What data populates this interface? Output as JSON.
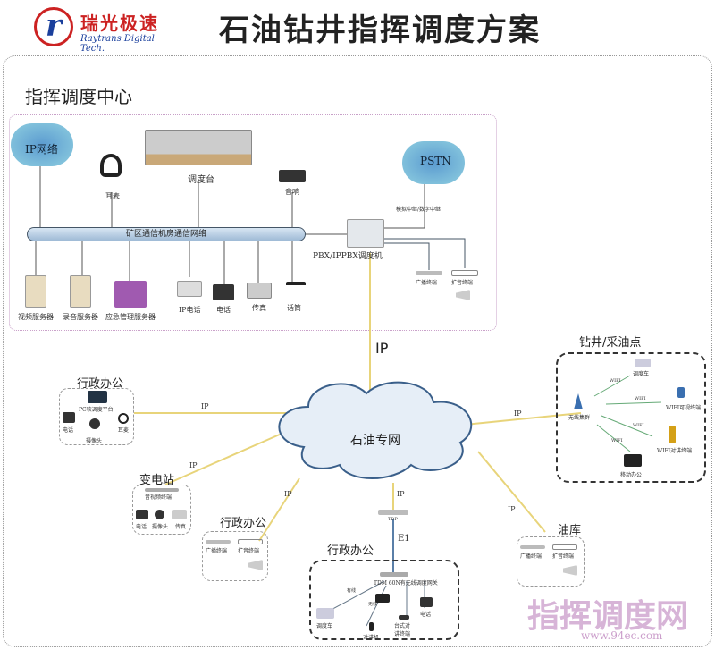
{
  "header": {
    "title": "石油钻井指挥调度方案",
    "logo_cn": "瑞光极速",
    "logo_en": "Raytrans Digital Tech.",
    "logo_letter": "r"
  },
  "center": {
    "title": "指挥调度中心",
    "ip_cloud": "IP网络",
    "pstn_cloud": "PSTN",
    "headset": "耳麦",
    "console": "调度台",
    "speaker": "音响",
    "bus": "矿区通信机房通信网络",
    "pbx": "PBX/IPPBX调度机",
    "trunk": "模拟中继/数字中继",
    "broadcast": "广播终端",
    "amplifier": "扩音终端",
    "bottom_devices": [
      "视频服务器",
      "录音服务器",
      "应急管理服务器",
      "IP电话",
      "电话",
      "传真",
      "话筒"
    ]
  },
  "links": {
    "ip_main": "IP",
    "ip_label": "IP",
    "e1": "E1",
    "tdp": "TDP"
  },
  "cloud_main": "石油专网",
  "admin1": {
    "title": "行政办公",
    "items": [
      "PC软调度平台",
      "电话",
      "摄像头",
      "耳麦"
    ]
  },
  "substation": {
    "title": "变电站",
    "items": [
      "音视频终端",
      "电话",
      "摄像头",
      "传真"
    ]
  },
  "admin2": {
    "title": "行政办公",
    "items": [
      "广播终端",
      "扩音终端"
    ]
  },
  "admin3": {
    "title": "行政办公",
    "gateway": "TDM 60N有无线调度网关",
    "items": [
      "调度车",
      "对讲机",
      "台式对讲终端",
      "电话"
    ],
    "wired": "有线",
    "wireless": "无线"
  },
  "oil_depot": {
    "title": "油库",
    "items": [
      "广播终端",
      "扩音终端"
    ]
  },
  "drill": {
    "title": "钻井/采油点",
    "hub": "无线集群",
    "items": [
      "调度车",
      "WIFI可视终端",
      "WIFI对讲终端",
      "移动办公"
    ],
    "wifi": "WIFI"
  },
  "watermark": {
    "cn": "指挥调度网",
    "url": "www.94ec.com"
  },
  "colors": {
    "ip_line": "#e8d47a",
    "bus": "#b7cde3",
    "e1": "#5a7fa8"
  }
}
